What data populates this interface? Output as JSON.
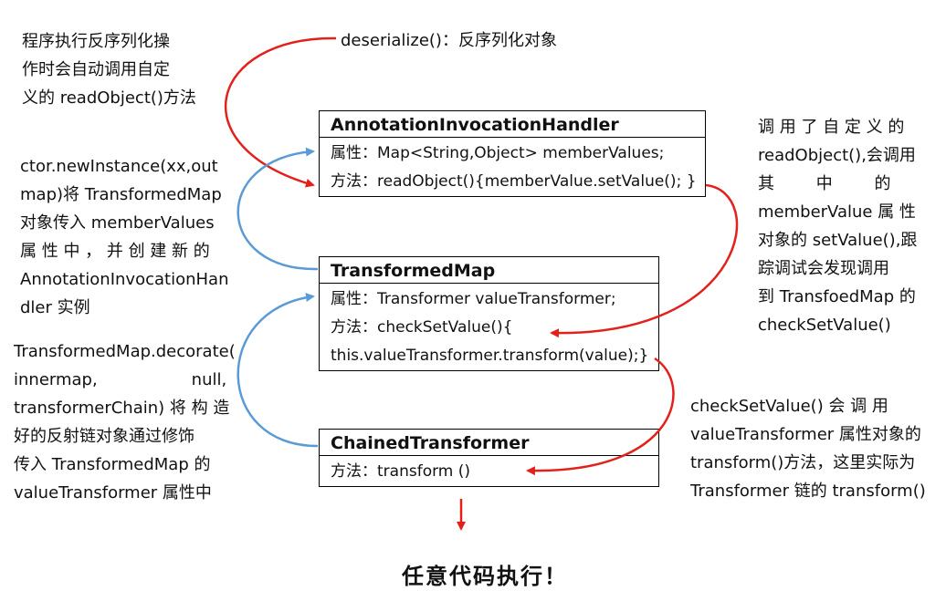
{
  "top_note": "deserialize()：反序列化对象",
  "left_notes": {
    "note1": [
      "程序执行反序列化操",
      "作时会自动调用自定",
      "义的 readObject()方法"
    ],
    "note2": [
      "ctor.newInstance(xx,out",
      "map)将 TransformedMap",
      "对象传入 memberValues",
      "属 性 中 ， 并 创 建 新 的",
      "AnnotationInvocationHan",
      "dler 实例"
    ],
    "note3": [
      "TransformedMap.decorate(",
      "innermap,                  null,",
      "transformerChain) 将 构 造",
      "好的反射链对象通过修饰",
      "传入 TransformedMap 的",
      "valueTransformer 属性中"
    ]
  },
  "right_notes": {
    "note1": [
      "调 用 了 自 定 义 的",
      "readObject(),会调用",
      "其        中        的",
      "memberValue 属 性",
      "对象的 setValue(),跟",
      "踪调试会发现调用",
      "到 TransfoedMap 的",
      "checkSetValue()"
    ],
    "note2": [
      "checkSetValue() 会 调 用",
      "valueTransformer 属性对象的",
      "transform()方法，这里实际为",
      "Transformer 链的 transform()"
    ]
  },
  "boxes": {
    "aih": {
      "title": "AnnotationInvocationHandler",
      "rows": [
        "属性：Map<String,Object> memberValues;",
        "方法：readObject(){memberValue.setValue(); }"
      ]
    },
    "tm": {
      "title": "TransformedMap",
      "rows": [
        "属性：Transformer valueTransformer;",
        "方法：checkSetValue(){",
        "this.valueTransformer.transform(value);}"
      ]
    },
    "ct": {
      "title": "ChainedTransformer",
      "rows": [
        "方法：transform ()"
      ]
    }
  },
  "final_text": "任意代码执行！",
  "colors": {
    "red_arrow": "#e3211c",
    "blue_arrow": "#5b9bd5"
  }
}
